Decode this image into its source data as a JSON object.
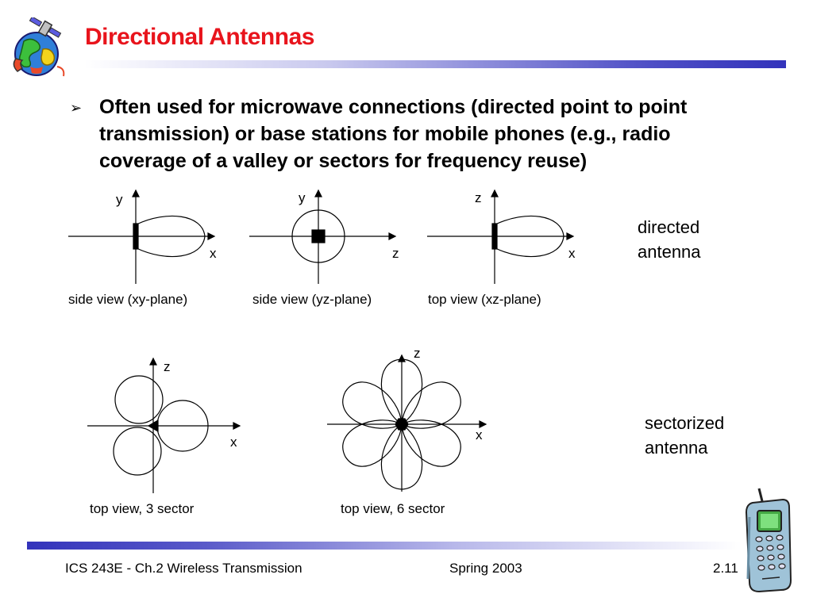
{
  "title": "Directional Antennas",
  "bullet": "Often used for microwave connections (directed point to point transmission) or base stations for mobile phones (e.g., radio coverage of a valley or sectors for frequency reuse)",
  "diagrams": {
    "d1": {
      "axis_v": "y",
      "axis_h": "x",
      "caption": "side view (xy-plane)"
    },
    "d2": {
      "axis_v": "y",
      "axis_h": "z",
      "caption": "side view (yz-plane)"
    },
    "d3": {
      "axis_v": "z",
      "axis_h": "x",
      "caption": "top view (xz-plane)"
    },
    "d4": {
      "axis_v": "z",
      "axis_h": "x",
      "caption": "top view, 3 sector"
    },
    "d5": {
      "axis_v": "z",
      "axis_h": "x",
      "caption": "top view, 6 sector"
    }
  },
  "labels": {
    "directed_line1": "directed",
    "directed_line2": "antenna",
    "sectorized_line1": "sectorized",
    "sectorized_line2": "antenna"
  },
  "footer": {
    "left": "ICS 243E - Ch.2 Wireless Transmission",
    "center": "Spring 2003",
    "right": "2.11"
  },
  "colors": {
    "title": "#e8141c",
    "bar": "#3333bb"
  },
  "icons": [
    "globe-satellite-logo-icon",
    "mobile-phone-icon"
  ]
}
